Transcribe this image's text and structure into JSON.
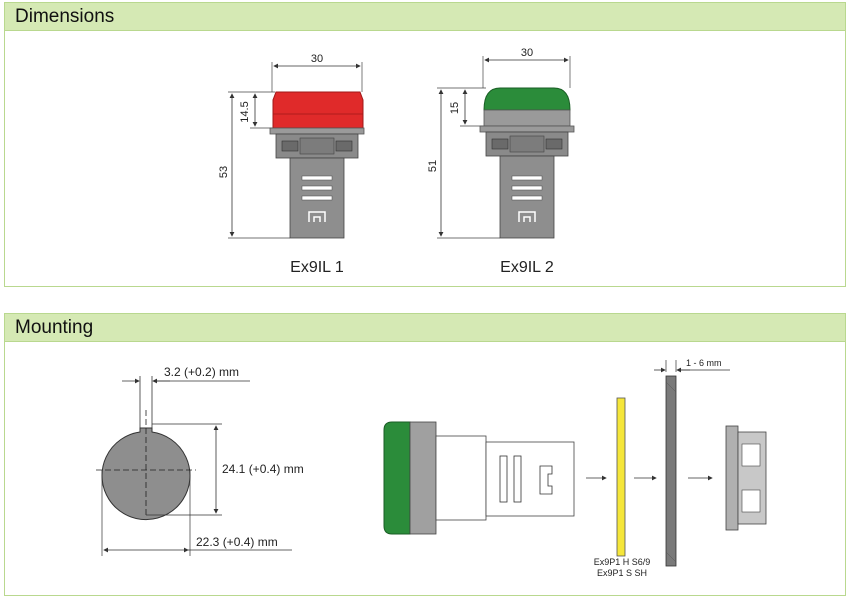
{
  "sections": {
    "dimensions": {
      "title": "Dimensions",
      "product_1": {
        "label": "Ex9IL 1",
        "width_dim": "30",
        "height_dim": "53",
        "head_dim": "14.5",
        "head_color": "#e02a2a"
      },
      "product_2": {
        "label": "Ex9IL 2",
        "width_dim": "30",
        "height_dim": "51",
        "head_dim": "15",
        "head_color": "#2b8c3a"
      }
    },
    "mounting": {
      "title": "Mounting",
      "slot_dim": "3.2 (+0.2) mm",
      "height_dim": "24.1 (+0.4) mm",
      "width_dim": "22.3 (+0.4) mm",
      "panel_dim": "1 - 6 mm",
      "gasket_label_1": "Ex9P1 H S6/9",
      "gasket_label_2": "Ex9P1 S SH"
    }
  },
  "colors": {
    "header_bg": "#d5e9b4",
    "border": "#b9d88f",
    "body_gray": "#8a8a8a",
    "gasket_yellow": "#f5e63a"
  }
}
